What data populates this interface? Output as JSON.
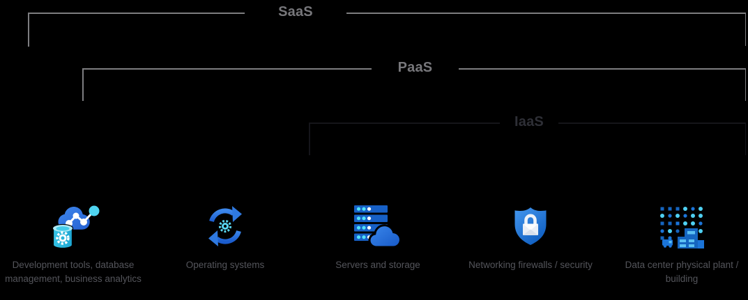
{
  "title": "Cloud service models (SaaS / PaaS / IaaS) responsibility diagram",
  "brackets": [
    {
      "id": "saas",
      "label": "SaaS"
    },
    {
      "id": "paas",
      "label": "PaaS"
    },
    {
      "id": "iaas",
      "label": "IaaS"
    }
  ],
  "items": [
    {
      "icon": "dev-tools-database-icon",
      "label": "Development tools, database management, business analytics"
    },
    {
      "icon": "operating-systems-icon",
      "label": "Operating systems"
    },
    {
      "icon": "servers-storage-icon",
      "label": "Servers and storage"
    },
    {
      "icon": "network-security-shield-icon",
      "label": "Networking firewalls / security"
    },
    {
      "icon": "data-center-building-icon",
      "label": "Data center physical plant / building"
    }
  ],
  "colors": {
    "background": "#000000",
    "bracket_line": "#7d7d80",
    "bracket_label": "#77777b",
    "iaas_label": "#2e2f36",
    "item_label": "#54555b",
    "azure_blue": "#1565c0",
    "azure_mid_blue": "#2e7ee2",
    "azure_cyan": "#50d8f0",
    "white": "#ffffff"
  }
}
